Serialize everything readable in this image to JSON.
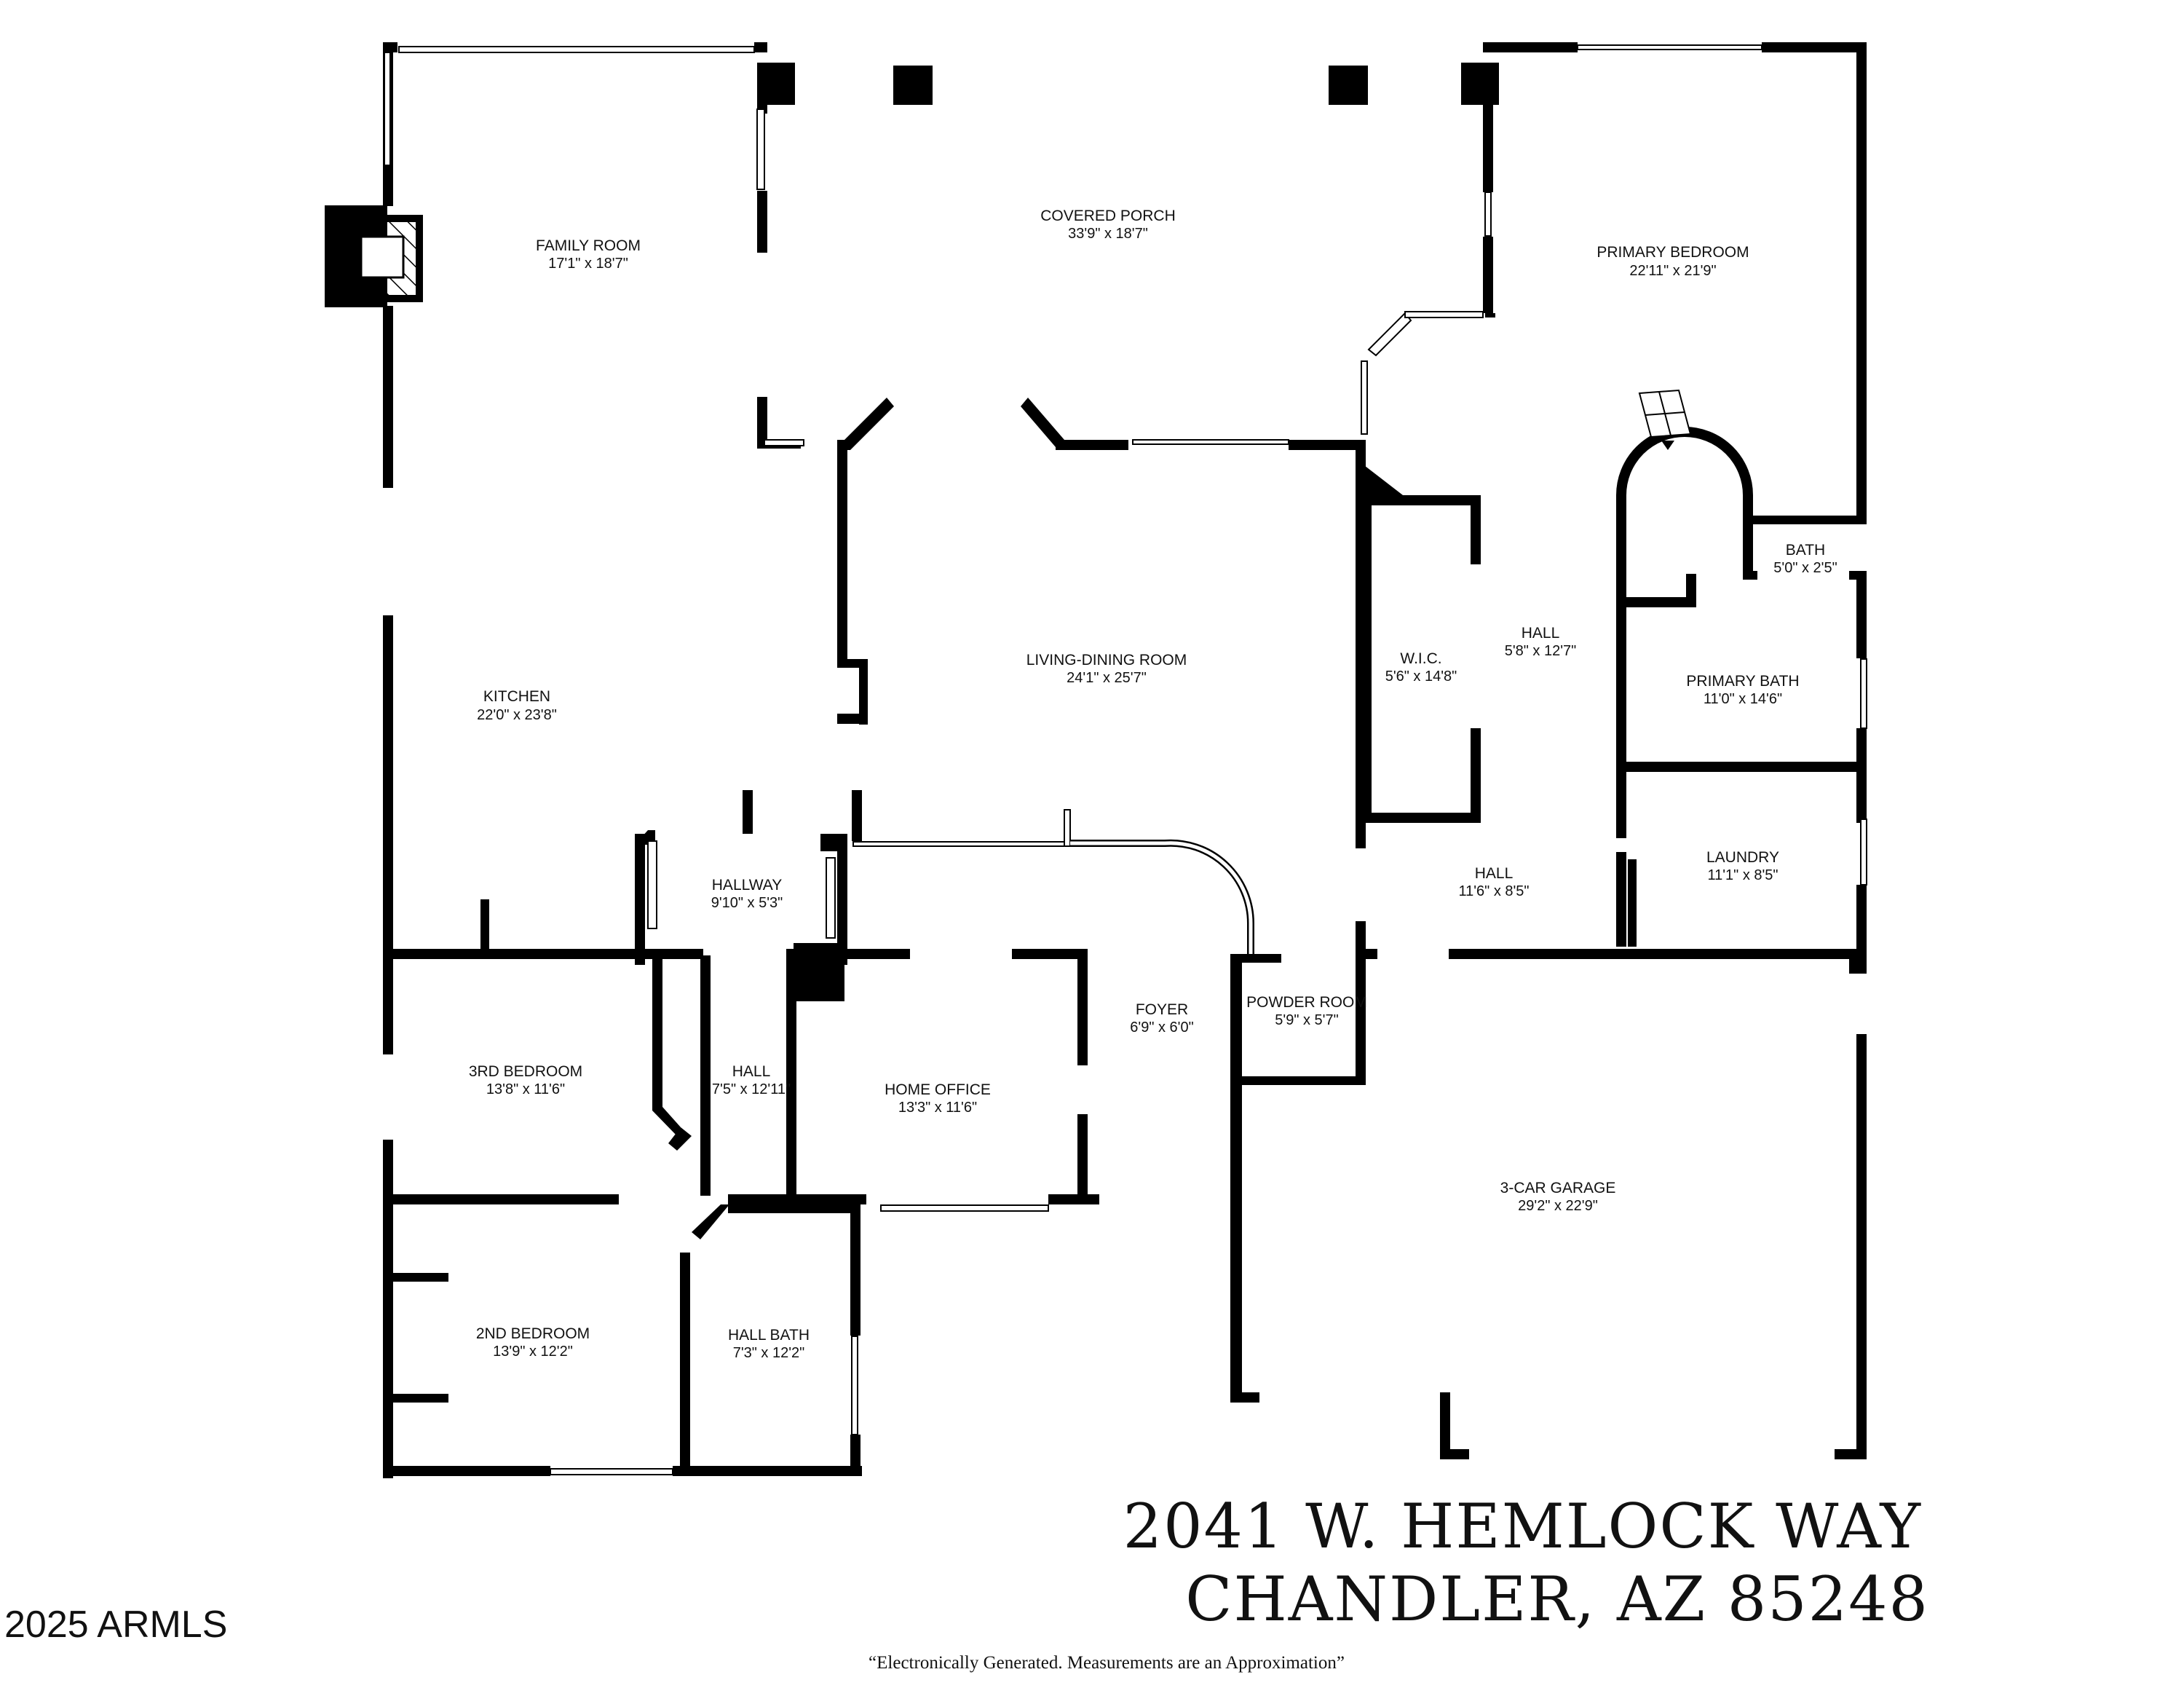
{
  "rooms": {
    "family_room": {
      "name": "FAMILY ROOM",
      "dims": "17'1\" x 18'7\""
    },
    "covered_porch": {
      "name": "COVERED PORCH",
      "dims": "33'9\" x 18'7\""
    },
    "primary_bedroom": {
      "name": "PRIMARY BEDROOM",
      "dims": "22'11\" x 21'9\""
    },
    "bath": {
      "name": "BATH",
      "dims": "5'0\" x 2'5\""
    },
    "wic": {
      "name": "W.I.C.",
      "dims": "5'6\" x 14'8\""
    },
    "hall_primary": {
      "name": "HALL",
      "dims": "5'8\" x 12'7\""
    },
    "primary_bath": {
      "name": "PRIMARY BATH",
      "dims": "11'0\" x 14'6\""
    },
    "living_dining": {
      "name": "LIVING-DINING ROOM",
      "dims": "24'1\" x 25'7\""
    },
    "kitchen": {
      "name": "KITCHEN",
      "dims": "22'0\" x 23'8\""
    },
    "hallway": {
      "name": "HALLWAY",
      "dims": "9'10\" x 5'3\""
    },
    "hall_mid": {
      "name": "HALL",
      "dims": "11'6\" x 8'5\""
    },
    "laundry": {
      "name": "LAUNDRY",
      "dims": "11'1\" x 8'5\""
    },
    "third_bedroom": {
      "name": "3RD BEDROOM",
      "dims": "13'8\" x 11'6\""
    },
    "hall_bedrooms": {
      "name": "HALL",
      "dims": "7'5\" x 12'11\""
    },
    "home_office": {
      "name": "HOME OFFICE",
      "dims": "13'3\" x 11'6\""
    },
    "foyer": {
      "name": "FOYER",
      "dims": "6'9\" x 6'0\""
    },
    "powder_room": {
      "name": "POWDER ROOM",
      "dims": "5'9\" x 5'7\""
    },
    "garage": {
      "name": "3-CAR GARAGE",
      "dims": "29'2\" x 22'9\""
    },
    "second_bedroom": {
      "name": "2ND BEDROOM",
      "dims": "13'9\" x 12'2\""
    },
    "hall_bath": {
      "name": "HALL BATH",
      "dims": "7'3\" x 12'2\""
    }
  },
  "address": {
    "line1": "2041 W. HEMLOCK WAY",
    "line2": "CHANDLER, AZ 85248"
  },
  "disclaimer": "“Electronically Generated.  Measurements are an Approximation”",
  "copyright": "2025 ARMLS"
}
